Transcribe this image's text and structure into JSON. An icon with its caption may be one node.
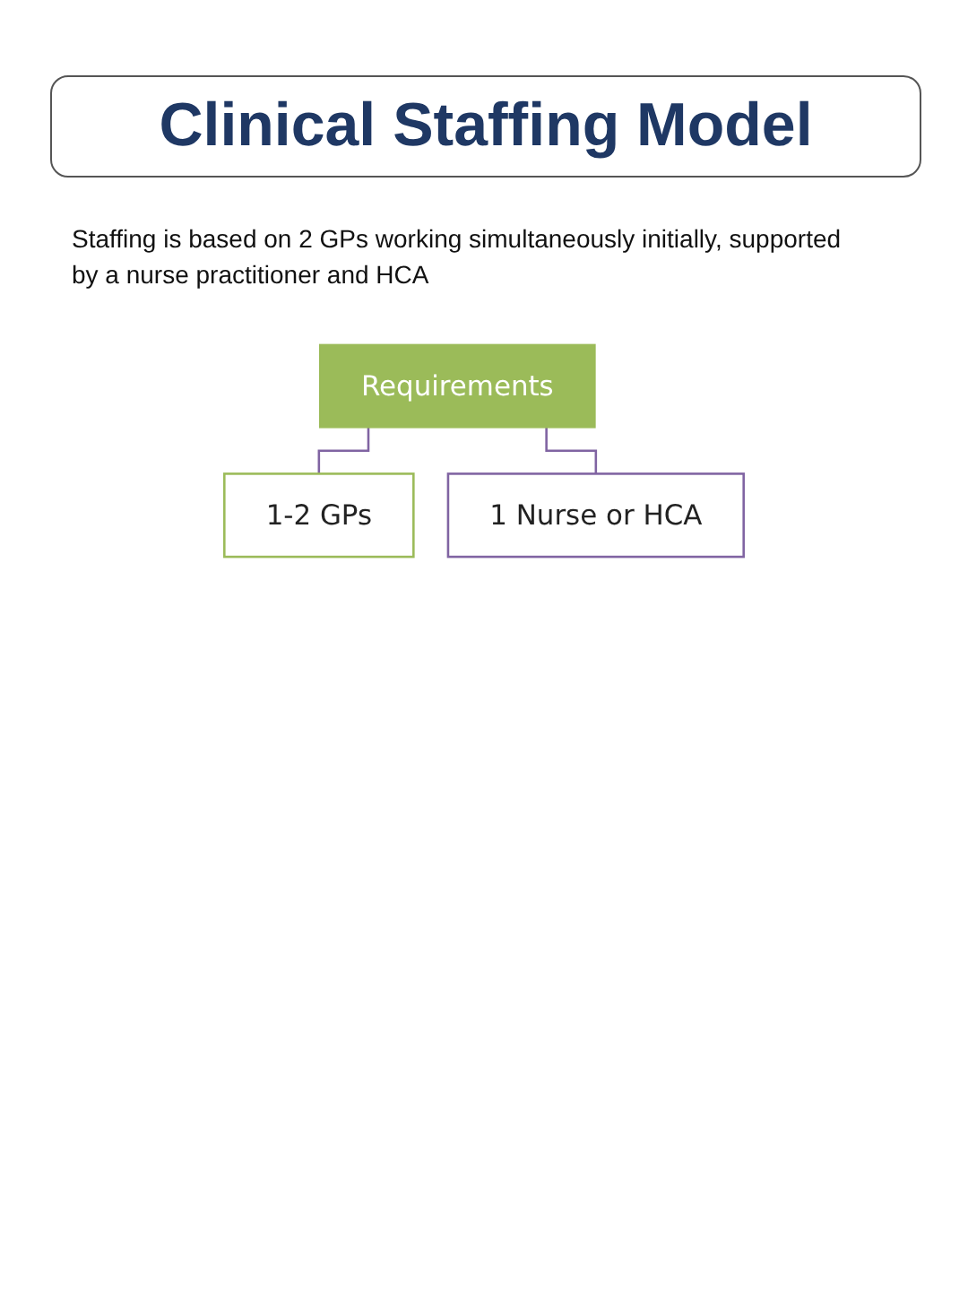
{
  "diagram": {
    "title": "Clinical Staffing Model",
    "nodes": [
      {
        "text": [
          "Requirements"
        ]
      },
      {
        "text": [
          "1-2 GPs"
        ]
      },
      {
        "text": [
          "1 Nurse or HCA"
        ]
      }
    ],
    "edges": [
      {
        "from": 0,
        "to": 1,
        "arrow": "none"
      },
      {
        "from": 0,
        "to": 2,
        "arrow": "none"
      }
    ],
    "labels": [
      "Staffing is based on 2 GPs working simultaneously initially, supported by a nurse practitioner and HCA"
    ]
  }
}
